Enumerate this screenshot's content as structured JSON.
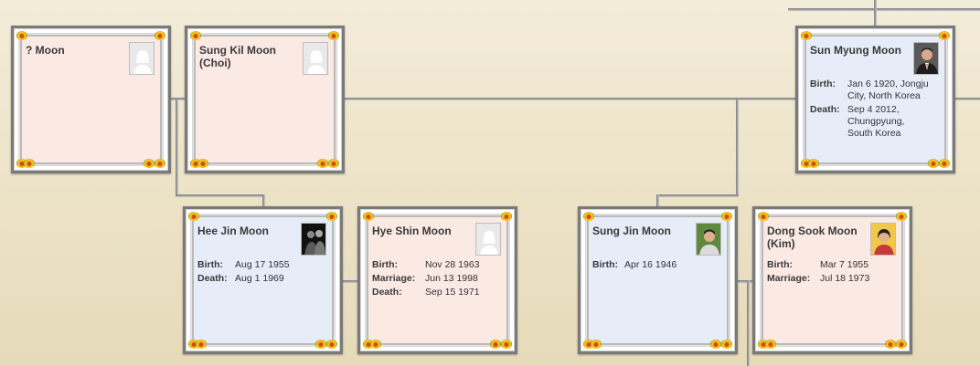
{
  "people": {
    "p1": {
      "name": "? Moon",
      "photo": "silhouette-female"
    },
    "p2": {
      "name": "Sung Kil Moon (Choi)",
      "photo": "silhouette-female"
    },
    "p3": {
      "name": "Sun Myung Moon",
      "photo": "portrait-man-suit",
      "birth_label": "Birth:",
      "birth": "Jan 6 1920, Jongju City, North Korea",
      "death_label": "Death:",
      "death": "Sep 4 2012, Chungpyung, South Korea"
    },
    "p4": {
      "name": "Hee Jin Moon",
      "photo": "photo-dark",
      "birth_label": "Birth:",
      "birth": "Aug 17 1955",
      "death_label": "Death:",
      "death": "Aug 1 1969"
    },
    "p5": {
      "name": "Hye Shin Moon",
      "photo": "silhouette-female",
      "birth_label": "Birth:",
      "birth": "Nov 28 1963",
      "marriage_label": "Marriage:",
      "marriage": "Jun 13 1998",
      "death_label": "Death:",
      "death": "Sep 15 1971"
    },
    "p6": {
      "name": "Sung Jin Moon",
      "photo": "portrait-man-green",
      "birth_label": "Birth:",
      "birth": "Apr 16 1946"
    },
    "p7": {
      "name": "Dong Sook Moon (Kim)",
      "photo": "portrait-woman-yellow",
      "birth_label": "Birth:",
      "birth": "Mar 7 1955",
      "marriage_label": "Marriage:",
      "marriage": "Jul 18 1973"
    }
  },
  "colors": {
    "female_card": "#fbe9e4",
    "male_card": "#e6ecf8",
    "connector": "#9d9d9d",
    "card_border": "#7a7a7a"
  }
}
